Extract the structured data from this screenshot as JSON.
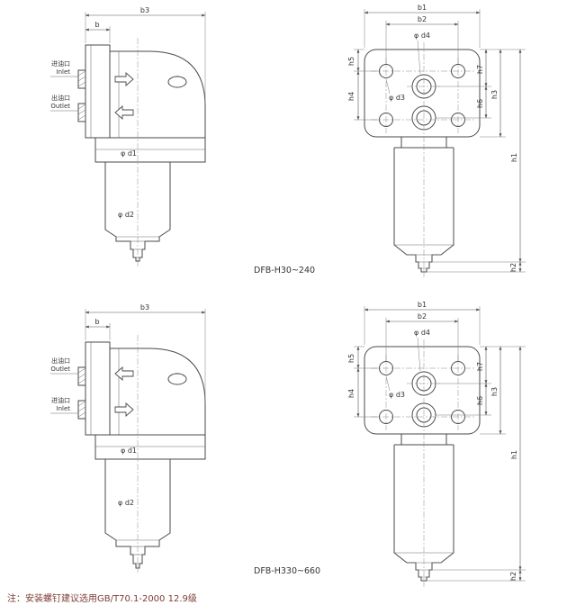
{
  "page": {
    "background": "#ffffff",
    "line_color": "#4a4a4a",
    "note_color": "#7d3c34"
  },
  "captions": {
    "model_top": "DFB-H30~240",
    "model_bottom": "DFB-H330~660"
  },
  "note": "注：安装螺钉建议选用GB/T70.1-2000  12.9级",
  "ports": {
    "inlet_cn": "进油口",
    "inlet_en": "Inlet",
    "outlet_cn": "出油口",
    "outlet_en": "Outlet"
  },
  "dims": {
    "b": "b",
    "b1": "b1",
    "b2": "b2",
    "b3": "b3",
    "h1": "h1",
    "h2": "h2",
    "h3": "h3",
    "h4": "h4",
    "h5": "h5",
    "h6": "h6",
    "h7": "h7",
    "d1": "φ d1",
    "d2": "φ d2",
    "d3": "φ d3",
    "d4": "φ d4"
  }
}
